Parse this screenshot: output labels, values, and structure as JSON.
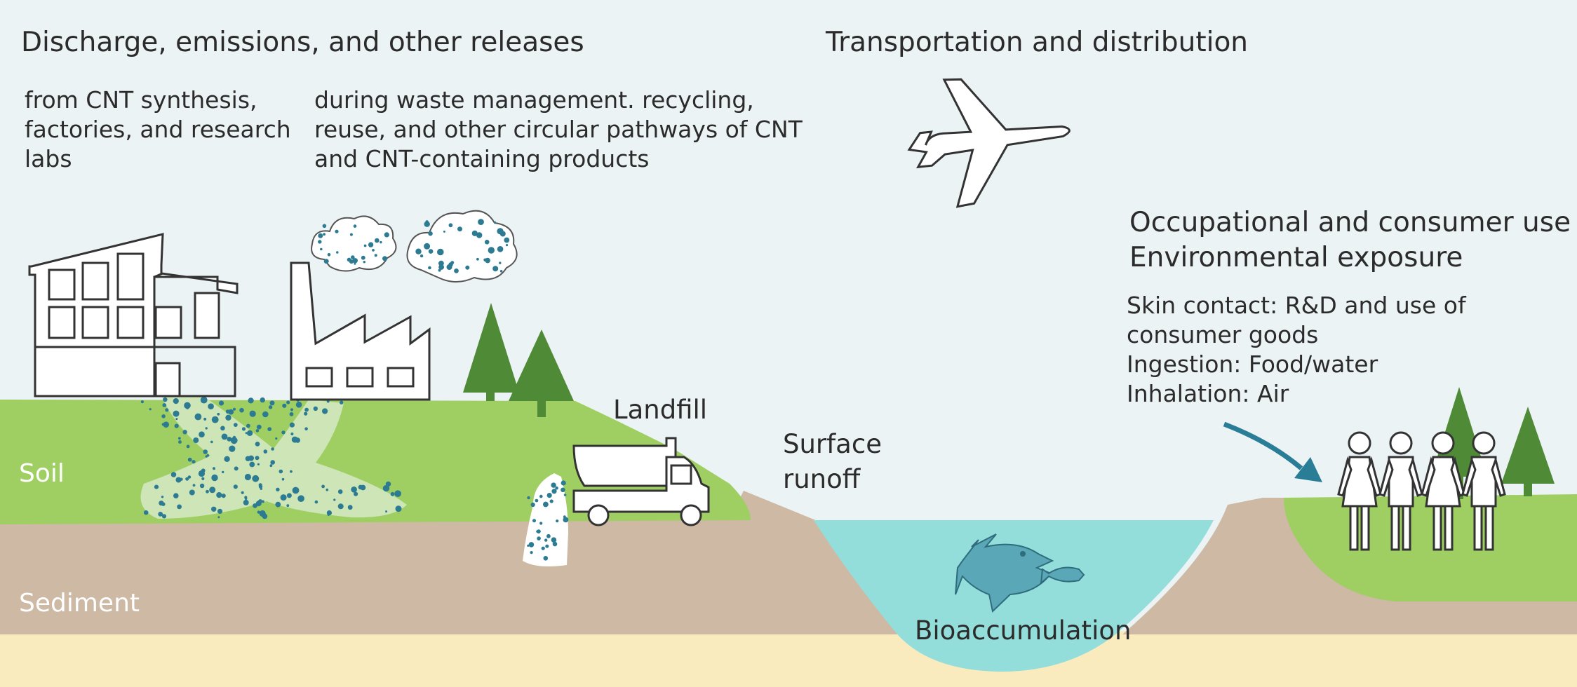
{
  "headings": {
    "discharge": "Discharge, emissions, and other releases",
    "transport": "Transportation and distribution",
    "use_line1": "Occupational and consumer use",
    "use_line2": "Environmental exposure"
  },
  "sources": {
    "synthesis": [
      "from CNT synthesis,",
      "factories, and research",
      "labs"
    ],
    "waste": [
      "during waste management. recycling,",
      "reuse, and other circular pathways of CNT",
      "and CNT-containing products"
    ]
  },
  "exposure": [
    "Skin contact: R&D and use of",
    "consumer goods",
    "Ingestion: Food/water",
    "Inhalation: Air"
  ],
  "labels": {
    "landfill": "Landfill",
    "runoff_line1": "Surface",
    "runoff_line2": "runoff",
    "bioaccumulation": "Bioaccumulation",
    "soil": "Soil",
    "sediment": "Sediment"
  },
  "colors": {
    "sky": "#ecf3f5",
    "grass": "#9fcf62",
    "sediment": "#cdb9a4",
    "sand": "#f9ebbe",
    "water": "#93dedb",
    "contamination": "#cde5b7",
    "particle": "#2c7b92",
    "tree": "#4f8a36",
    "fish": "#5aa8b7",
    "arrow": "#2a7d97"
  },
  "icons": [
    "office-building-icon",
    "factory-icon",
    "emission-cloud-icon",
    "pine-tree-icon",
    "dump-truck-icon",
    "airplane-icon",
    "fish-icon",
    "person-icon",
    "arrow-icon"
  ]
}
